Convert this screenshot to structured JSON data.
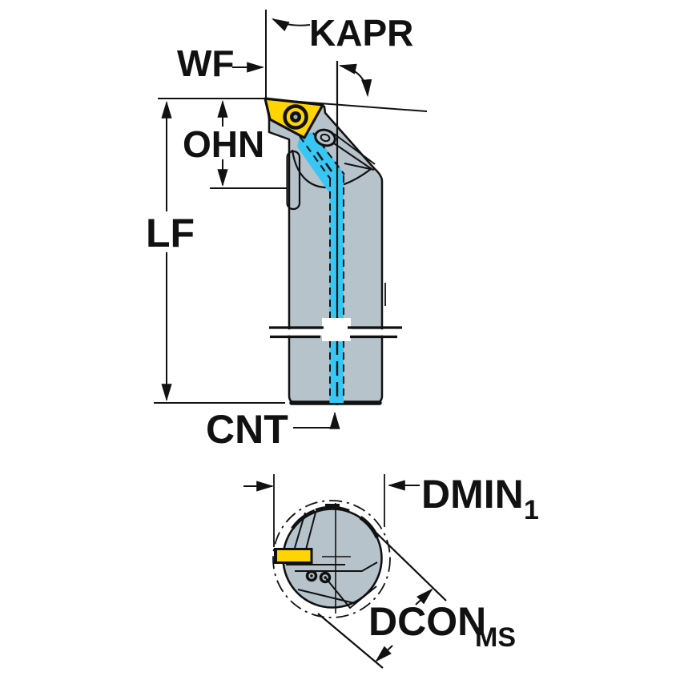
{
  "figure": {
    "type": "technical-dimension-drawing",
    "description": "Turning tool holder with insert: side view (top) and shank end view (bottom) with dimension callouts"
  },
  "side_view": {
    "labels": {
      "kapr": "KAPR",
      "wf": "WF",
      "ohn": "OHN",
      "lf": "LF",
      "cnt": "CNT"
    }
  },
  "end_view": {
    "labels": {
      "dmin_base": "DMIN",
      "dmin_sub": "1",
      "dcon_base": "DCON",
      "dcon_sub": "MS"
    }
  },
  "colors": {
    "background": "#ffffff",
    "line": "#111111",
    "body_fill": "#b7c3cb",
    "body_fill_dark": "#a9b8c2",
    "insert_fill": "#ffd400",
    "coolant_fill": "#38c6f4"
  }
}
